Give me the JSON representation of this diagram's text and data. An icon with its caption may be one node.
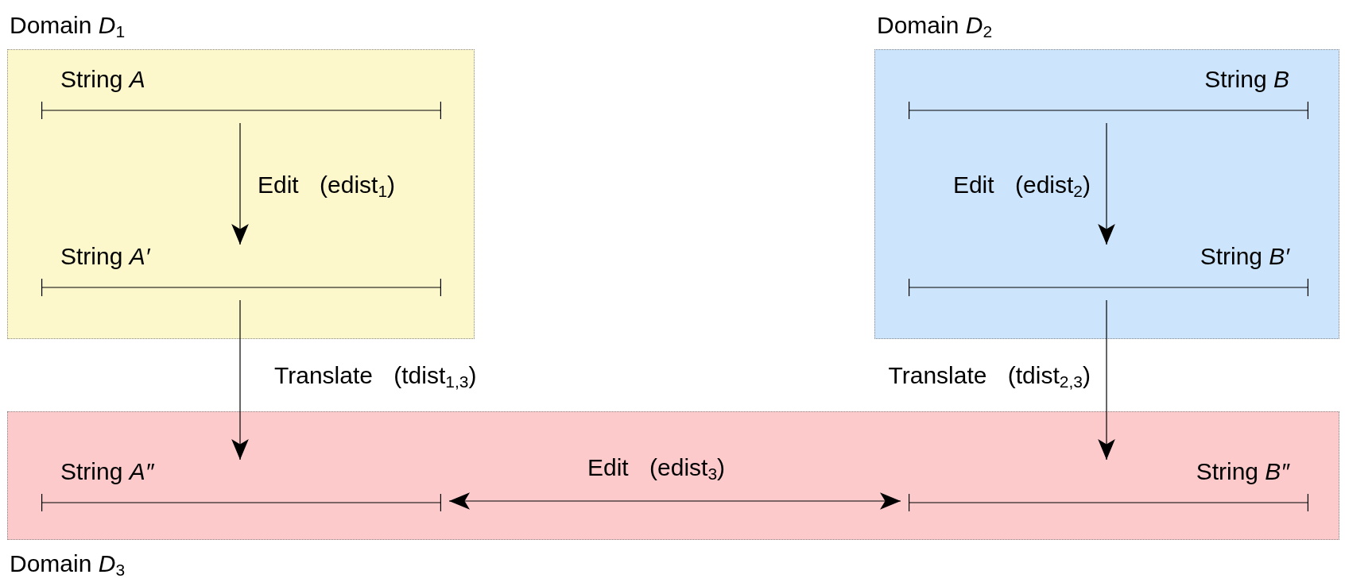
{
  "diagram": {
    "nodes": [
      {
        "text": [
          "Domain *D*$_{1}$"
        ]
      },
      {
        "text": [
          "String *A*"
        ],
        "in": 0
      },
      {
        "text": [
          "String *A′*"
        ],
        "in": 0
      },
      {
        "text": [
          "Domain *D*$_{2}$"
        ]
      },
      {
        "text": [
          "String *B*"
        ],
        "in": 3
      },
      {
        "text": [
          "String *B′*"
        ],
        "in": 3
      },
      {
        "text": [
          "Domain *D*$_{3}$"
        ]
      },
      {
        "text": [
          "String *A″*"
        ],
        "in": 6
      },
      {
        "text": [
          "String *B″*"
        ],
        "in": 6
      }
    ],
    "edges": [
      {
        "from": 1,
        "to": 2,
        "arrow": "to",
        "label": "Edit (edist$_{1}$)"
      },
      {
        "from": 4,
        "to": 5,
        "arrow": "to",
        "label": "Edit (edist$_{2}$)"
      },
      {
        "from": 2,
        "to": 7,
        "arrow": "to",
        "label": "Translate (tdist$_{1,3}$)"
      },
      {
        "from": 5,
        "to": 8,
        "arrow": "to",
        "label": "Translate (tdist$_{2,3}$)"
      },
      {
        "from": 7,
        "to": 8,
        "arrow": "both",
        "label": "Edit (edist$_{3}$)"
      }
    ]
  }
}
